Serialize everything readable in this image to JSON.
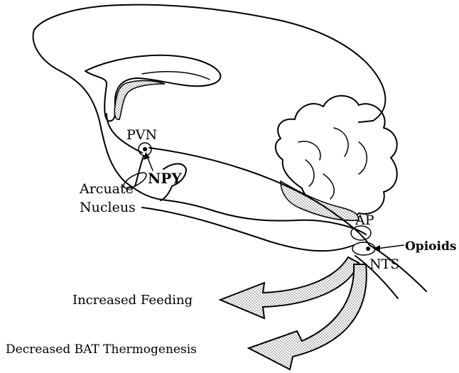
{
  "labels": {
    "pvn": "PVN",
    "npy": "NPY",
    "arcuate_line1": "Arcuate",
    "arcuate_line2": "Nucleus",
    "ap": "AP",
    "opioids": "Opioids",
    "nts": "NTS",
    "increased_feeding": "Increased Feeding",
    "decreased_bat": "Decreased BAT Thermogenesis"
  }
}
